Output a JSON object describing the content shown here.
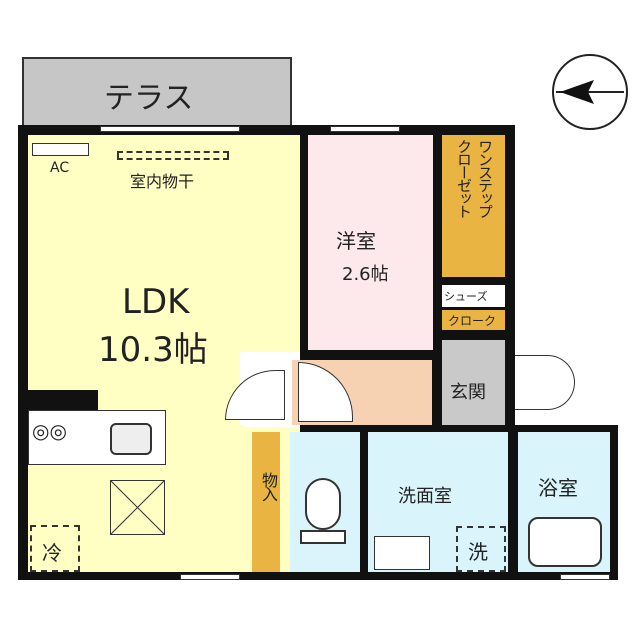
{
  "terrace": "テラス",
  "ldk": {
    "name": "LDK",
    "size": "10.3帖",
    "ac": "AC",
    "drying": "室内物干",
    "fridge": "冷"
  },
  "western": {
    "name": "洋室",
    "size": "2.6帖"
  },
  "closet": {
    "line1": "ワンステップ",
    "line2": "クローゼット"
  },
  "shoe": {
    "line1": "シューズ",
    "line2": "クローク"
  },
  "entrance": "玄関",
  "storage": "物入",
  "washroom": {
    "name": "洗面室",
    "washer": "洗"
  },
  "bath": "浴室",
  "colors": {
    "ldk": "#ffffc4",
    "western": "#fde9ec",
    "closet": "#e9b442",
    "wet": "#d9f4fb",
    "entrance": "#c9c9c9",
    "hall": "#f6d2b2",
    "terrace": "#c6c6c6"
  }
}
